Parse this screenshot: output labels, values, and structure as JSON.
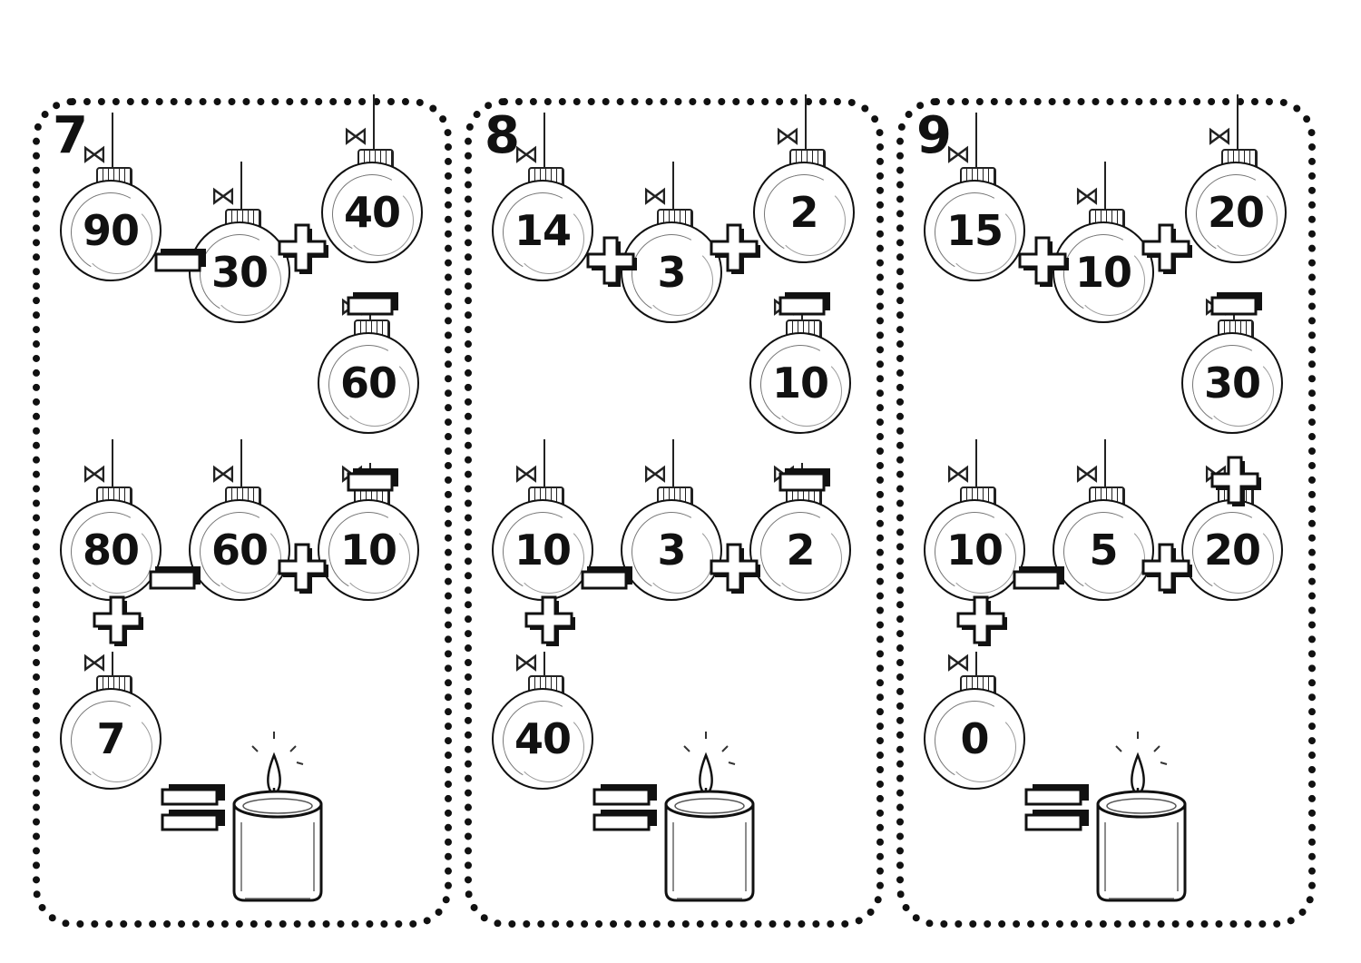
{
  "cards": [
    {
      "label": "7",
      "ornaments": [
        "90",
        "30",
        "40",
        "60",
        "10",
        "60",
        "80",
        "7"
      ],
      "operators": [
        "minus",
        "plus",
        "minus",
        "minus",
        "plus",
        "minus",
        "plus",
        "equals"
      ]
    },
    {
      "label": "8",
      "ornaments": [
        "14",
        "3",
        "2",
        "10",
        "2",
        "3",
        "10",
        "40"
      ],
      "operators": [
        "plus",
        "plus",
        "minus",
        "minus",
        "plus",
        "minus",
        "plus",
        "equals"
      ]
    },
    {
      "label": "9",
      "ornaments": [
        "15",
        "10",
        "20",
        "30",
        "20",
        "5",
        "10",
        "0"
      ],
      "operators": [
        "plus",
        "plus",
        "minus",
        "plus",
        "plus",
        "minus",
        "plus",
        "equals"
      ]
    }
  ],
  "icons": {
    "ornament": "christmas-ornament-icon",
    "plus": "plus-icon",
    "minus": "minus-icon",
    "equals": "equals-icon",
    "answer": "candle-icon"
  }
}
